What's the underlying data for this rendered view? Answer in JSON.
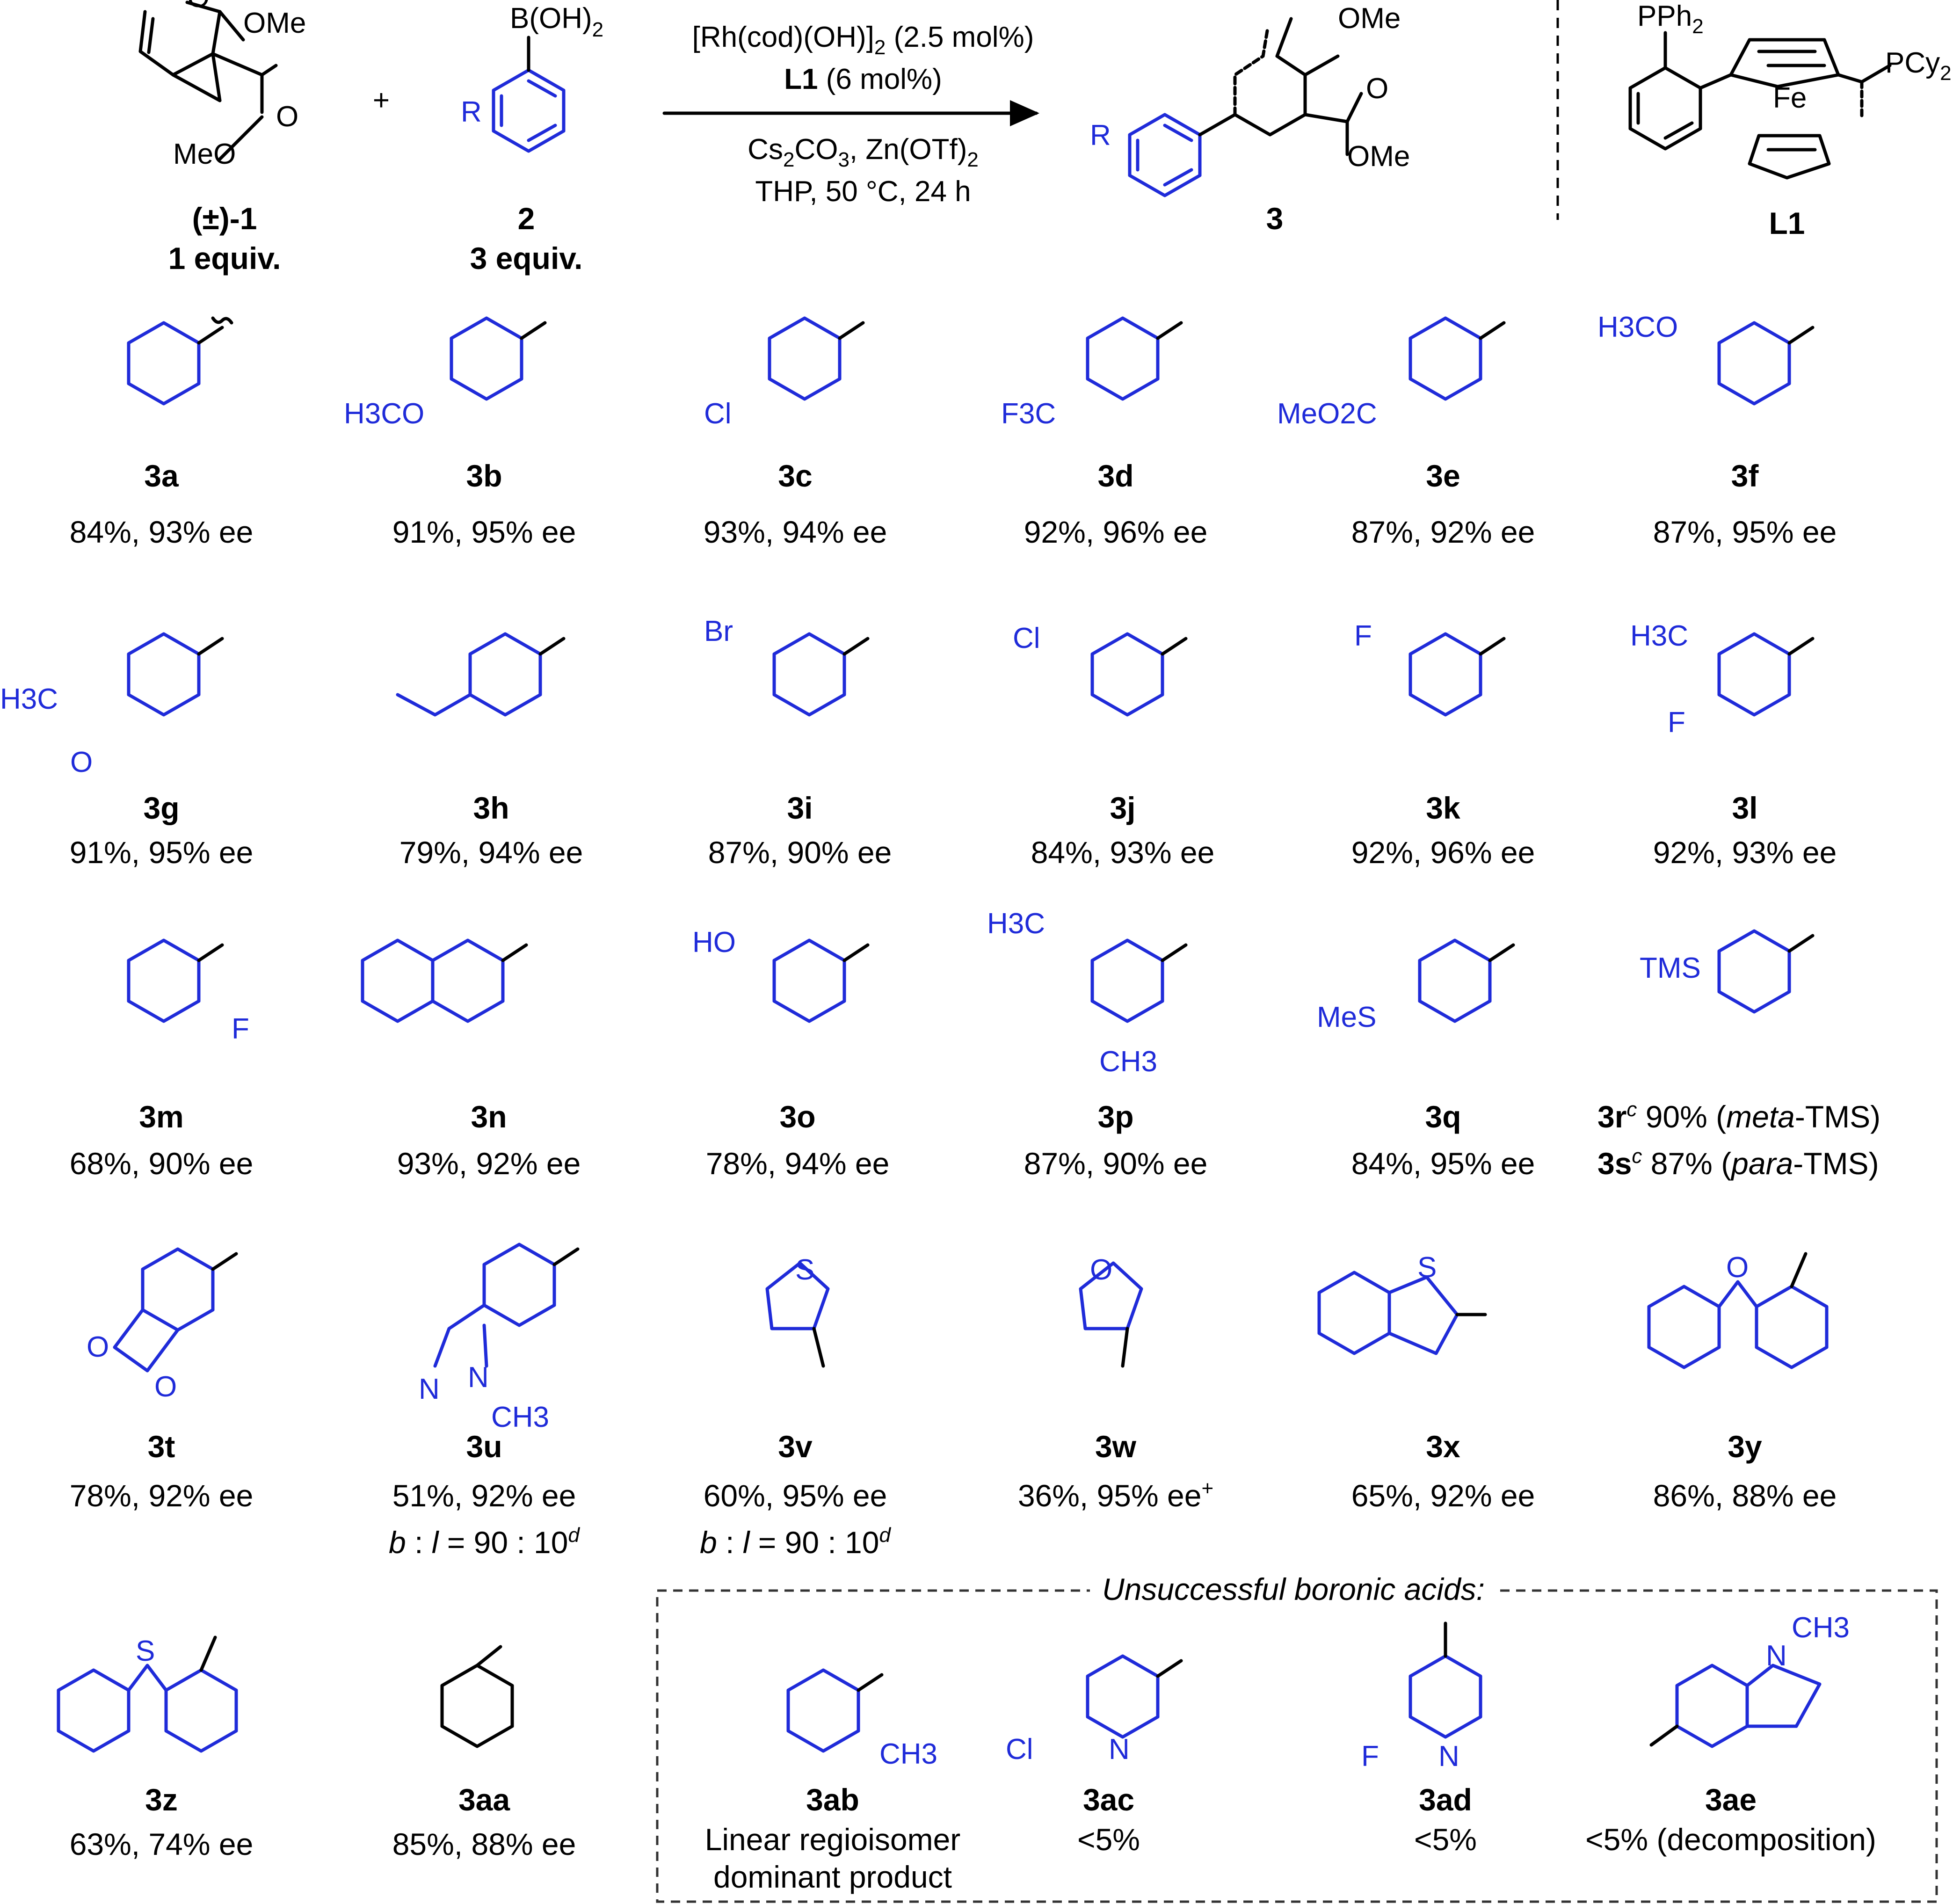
{
  "reaction": {
    "reactant1": {
      "label": "(±)-1",
      "amount": "1 equiv.",
      "atoms": {
        "ome": "OMe",
        "meo": "MeO",
        "o": "O"
      }
    },
    "plus": "+",
    "reactant2": {
      "label": "2",
      "amount": "3 equiv.",
      "boron": "B(OH)",
      "boron_sub": "2",
      "r": "R"
    },
    "conditions": {
      "catalyst": "[Rh(cod)(OH)]",
      "catalyst_sub": "2",
      "catalyst_loading": " (2.5 mol%)",
      "ligand": "L1",
      "ligand_loading": " (6 mol%)",
      "base": "Cs",
      "base_sub1": "2",
      "base_mid": "CO",
      "base_sub2": "3",
      "base_end": ", Zn(OTf)",
      "base_sub3": "2",
      "solvent": "THP, 50 °C, 24 h"
    },
    "product": {
      "label": "3",
      "r": "R",
      "ome1": "OMe",
      "ome2": "OMe",
      "o": "O"
    },
    "ligand": {
      "label": "L1",
      "pph2": "PPh",
      "pph2_sub": "2",
      "fe": "Fe",
      "pcy2": "PCy",
      "pcy2_sub": "2"
    }
  },
  "substrates": [
    {
      "id": "3a",
      "result": "84%, 93% ee"
    },
    {
      "id": "3b",
      "result": "91%, 95% ee",
      "sub": "H3CO"
    },
    {
      "id": "3c",
      "result": "93%, 94% ee",
      "sub": "Cl"
    },
    {
      "id": "3d",
      "result": "92%, 96% ee",
      "sub": "F3C"
    },
    {
      "id": "3e",
      "result": "87%, 92% ee",
      "sub": "MeO2C"
    },
    {
      "id": "3f",
      "result": "87%, 95% ee",
      "sub": "H3CO"
    },
    {
      "id": "3g",
      "result": "91%, 95% ee",
      "sub": "H3C",
      "sub2": "O"
    },
    {
      "id": "3h",
      "result": "79%, 94% ee"
    },
    {
      "id": "3i",
      "result": "87%, 90% ee",
      "sub": "Br"
    },
    {
      "id": "3j",
      "result": "84%, 93% ee",
      "sub": "Cl"
    },
    {
      "id": "3k",
      "result": "92%, 96% ee",
      "sub": "F"
    },
    {
      "id": "3l",
      "result": "92%, 93% ee",
      "sub": "H3C",
      "sub2": "F"
    },
    {
      "id": "3m",
      "result": "68%, 90% ee",
      "sub": "F"
    },
    {
      "id": "3n",
      "result": "93%, 92% ee"
    },
    {
      "id": "3o",
      "result": "78%, 94% ee",
      "sub": "HO"
    },
    {
      "id": "3p",
      "result": "87%, 90% ee",
      "sub": "H3C",
      "sub2": "CH3"
    },
    {
      "id": "3q",
      "result": "84%, 95% ee",
      "sub": "MeS"
    },
    {
      "id": "3r",
      "sup": "c",
      "result": " 90% (",
      "iso": "meta",
      "tail": "-TMS)",
      "sub": "TMS"
    },
    {
      "id": "3s",
      "sup": "c",
      "result": " 87% (",
      "iso": "para",
      "tail": "-TMS)"
    },
    {
      "id": "3t",
      "result": "78%, 92% ee",
      "o1": "O",
      "o2": "O"
    },
    {
      "id": "3u",
      "result": "51%, 92% ee",
      "n1": "N",
      "n2": "N",
      "me": "CH3",
      "bl": "b",
      "bl2": " : ",
      "bl3": "l",
      "bl4": " = 90 : 10",
      "bl_sup": "d"
    },
    {
      "id": "3v",
      "result": "60%, 95% ee",
      "het": "S",
      "bl": "b",
      "bl2": " : ",
      "bl3": "l",
      "bl4": " = 90 : 10",
      "bl_sup": "d"
    },
    {
      "id": "3w",
      "result": "36%, 95% ee",
      "res_sup": "+",
      "het": "O"
    },
    {
      "id": "3x",
      "result": "65%, 92% ee",
      "het": "S"
    },
    {
      "id": "3y",
      "result": "86%, 88% ee",
      "het": "O"
    },
    {
      "id": "3z",
      "result": "63%, 74% ee",
      "het": "S"
    },
    {
      "id": "3aa",
      "result": "85%, 88% ee"
    }
  ],
  "unsuccessful": {
    "title": "Unsuccessful boronic acids:",
    "items": [
      {
        "id": "3ab",
        "line1": "Linear regioisomer",
        "line2": "dominant product",
        "sub": "CH3"
      },
      {
        "id": "3ac",
        "line1": "<5%",
        "sub": "Cl",
        "n": "N"
      },
      {
        "id": "3ad",
        "line1": "<5%",
        "sub": "F",
        "n": "N"
      },
      {
        "id": "3ae",
        "line1": "<5% (decomposition)",
        "n": "N",
        "me": "CH3"
      }
    ]
  },
  "colors": {
    "ink": "#000000",
    "substituent": "#1f2bd9"
  }
}
